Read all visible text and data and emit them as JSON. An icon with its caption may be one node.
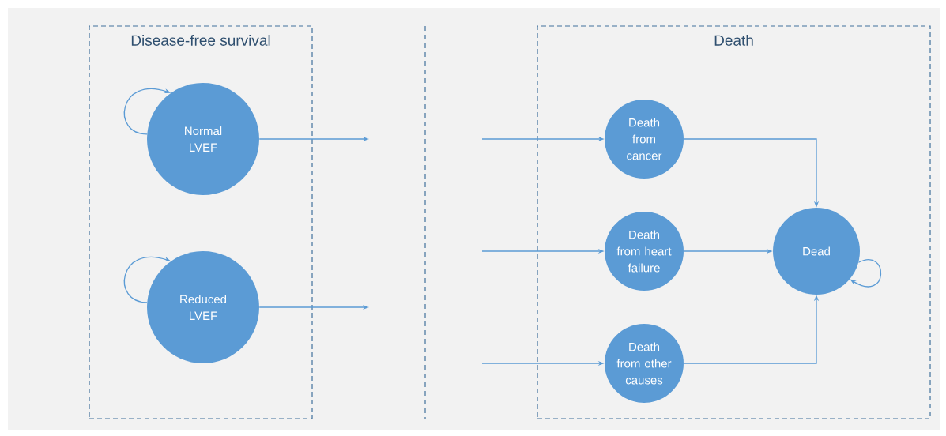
{
  "diagram": {
    "nodes": [
      {
        "text": [
          "Disease-free survival"
        ]
      },
      {
        "text": [
          "Normal LVEF"
        ],
        "in": 0
      },
      {
        "text": [
          "Reduced LVEF"
        ],
        "in": 0
      },
      {
        "text": [
          "Death"
        ]
      },
      {
        "text": [
          "Death from cancer"
        ],
        "in": 3
      },
      {
        "text": [
          "Death from heart failure"
        ],
        "in": 3
      },
      {
        "text": [
          "Death from other causes"
        ],
        "in": 3
      },
      {
        "text": [
          "Dead"
        ],
        "in": 3
      }
    ],
    "edges": [
      {
        "from": 1,
        "to": 1,
        "arrow": "to"
      },
      {
        "from": 1,
        "to": null,
        "arrow": "to"
      },
      {
        "from": 2,
        "to": 2,
        "arrow": "to"
      },
      {
        "from": 2,
        "to": null,
        "arrow": "to"
      },
      {
        "from": null,
        "to": 4,
        "arrow": "to"
      },
      {
        "from": null,
        "to": 5,
        "arrow": "to"
      },
      {
        "from": null,
        "to": 6,
        "arrow": "to"
      },
      {
        "from": 4,
        "to": 7,
        "arrow": "to"
      },
      {
        "from": 5,
        "to": 7,
        "arrow": "to"
      },
      {
        "from": 6,
        "to": 7,
        "arrow": "to"
      },
      {
        "from": 7,
        "to": 7,
        "arrow": "to"
      }
    ]
  }
}
